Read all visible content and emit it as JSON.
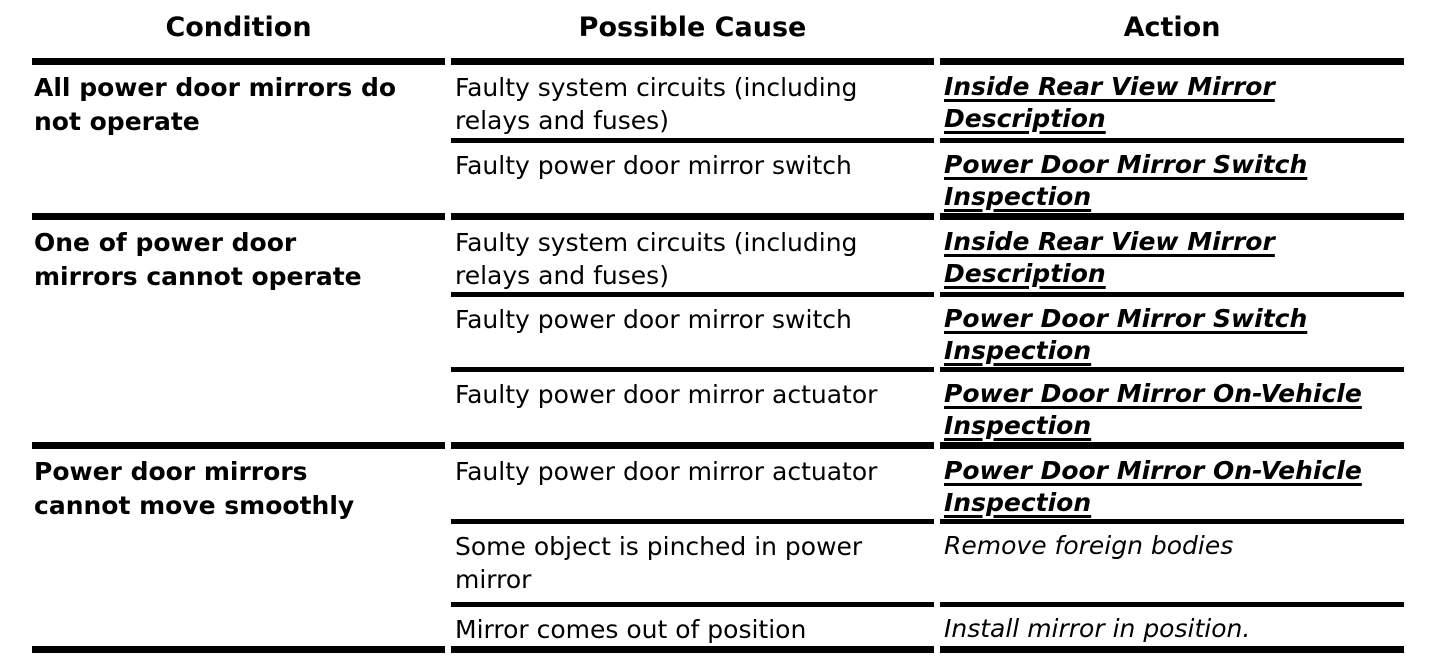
{
  "colors": {
    "text": "#000000",
    "background": "#ffffff",
    "border": "#000000",
    "link": "#000000"
  },
  "table": {
    "headers": [
      "Condition",
      "Possible Cause",
      "Action"
    ],
    "groups": [
      {
        "condition": "All power door mirrors do\nnot operate",
        "rows": [
          {
            "cause": "Faulty system circuits (including\nrelays and fuses)",
            "action": "Inside Rear View Mirror\nDescription",
            "action_is_link": true
          },
          {
            "cause": "Faulty power door mirror switch",
            "action": "Power Door Mirror Switch\nInspection",
            "action_is_link": true
          }
        ]
      },
      {
        "condition": "One of power door\nmirrors cannot operate",
        "rows": [
          {
            "cause": "Faulty system circuits (including\nrelays and fuses)",
            "action": "Inside Rear View Mirror\nDescription",
            "action_is_link": true
          },
          {
            "cause": "Faulty power door mirror switch",
            "action": "Power Door Mirror Switch\nInspection",
            "action_is_link": true
          },
          {
            "cause": "Faulty power door mirror actuator",
            "action": "Power Door Mirror On-Vehicle\nInspection",
            "action_is_link": true
          }
        ]
      },
      {
        "condition": "Power door mirrors\ncannot move smoothly",
        "rows": [
          {
            "cause": "Faulty power door mirror actuator",
            "action": "Power Door Mirror On-Vehicle\nInspection",
            "action_is_link": true
          },
          {
            "cause": "Some object is pinched in power\nmirror",
            "action": "Remove foreign bodies",
            "action_is_link": false
          },
          {
            "cause": "Mirror comes out of position",
            "action": "Install mirror in position.",
            "action_is_link": false
          }
        ]
      }
    ]
  }
}
